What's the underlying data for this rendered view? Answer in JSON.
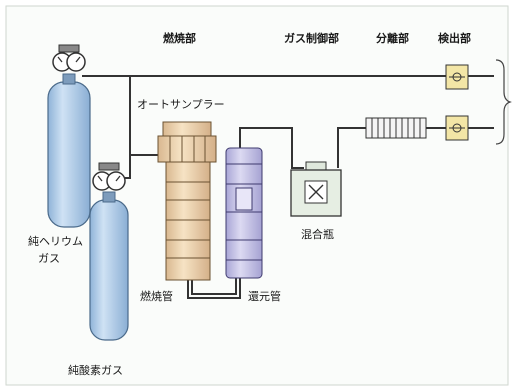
{
  "sections": {
    "combustion": "燃焼部",
    "gas_control": "ガス制御部",
    "separation": "分離部",
    "detection": "検出部"
  },
  "labels": {
    "autosampler": "オートサンプラー",
    "combustion_tube": "燃焼管",
    "reduction_tube": "還元管",
    "mixing_bottle": "混合瓶",
    "helium_gas_line1": "純ヘリウム",
    "helium_gas_line2": "ガス",
    "oxygen_gas": "純酸素ガス"
  },
  "colors": {
    "background": "#ffffff",
    "panel": "#fafcfa",
    "cylinder": "#b9d4ec",
    "combustion_tube": "#f0d8b2",
    "reduction_tube": "#c9c6e8",
    "detector": "#f3e6a6",
    "line": "#333333"
  },
  "icons": {
    "regulator": "pressure-gauge-icon",
    "mixer": "mixing-fan-icon",
    "detector": "thermal-conductivity-detector-icon"
  }
}
